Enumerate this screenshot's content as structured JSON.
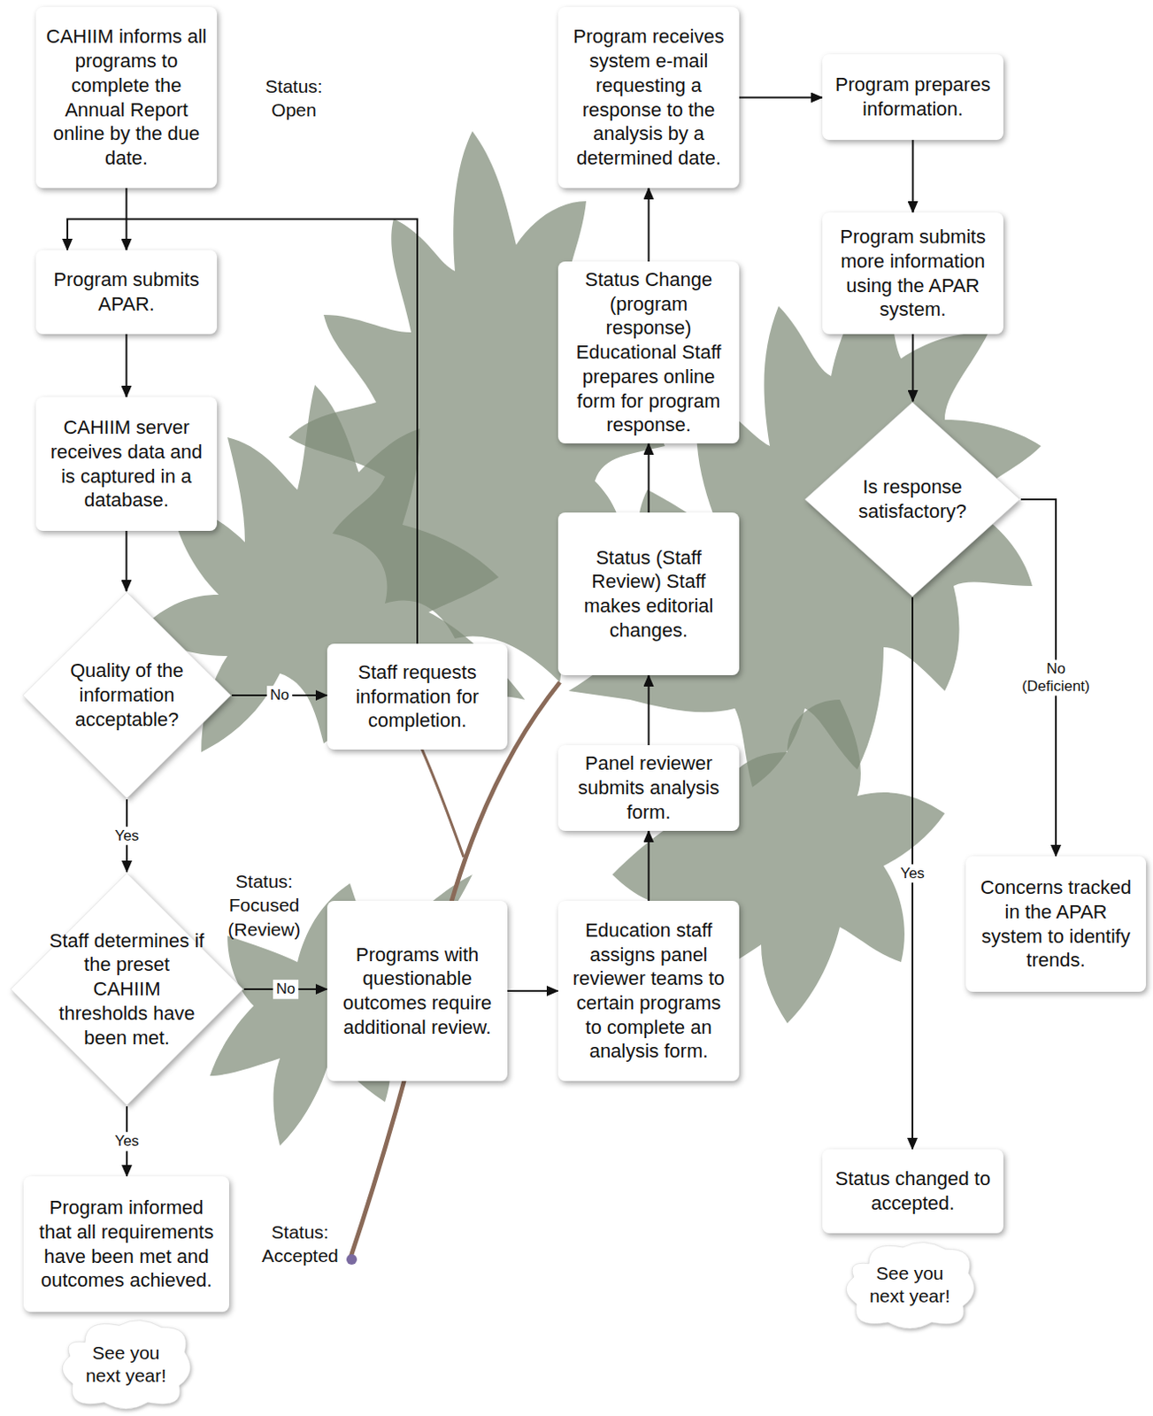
{
  "diagram": {
    "nodes": [
      {
        "text": [
          "CAHIIM informs all programs to complete the Annual Report online by the due date."
        ]
      },
      {
        "text": [
          "Program submits APAR."
        ]
      },
      {
        "text": [
          "CAHIIM server receives data and is captured in a database."
        ]
      },
      {
        "text": [
          "Quality of the information acceptable?"
        ]
      },
      {
        "text": [
          "Staff requests information for completion."
        ]
      },
      {
        "text": [
          "Staff determines if the preset CAHIIM thresholds have been met."
        ]
      },
      {
        "text": [
          "Programs with questionable outcomes require additional review."
        ]
      },
      {
        "text": [
          "Program informed that all requirements have been met and outcomes achieved."
        ]
      },
      {
        "text": [
          "See you next year!"
        ]
      },
      {
        "text": [
          "Education staff assigns panel reviewer teams to certain programs to complete an analysis form."
        ]
      },
      {
        "text": [
          "Panel reviewer submits analysis form."
        ]
      },
      {
        "text": [
          "Status (Staff Review) Staff makes editorial changes."
        ]
      },
      {
        "text": [
          "Status Change (program response) Educational Staff prepares online form for program response."
        ]
      },
      {
        "text": [
          "Program receives system e-mail requesting a response to the analysis by a determined date."
        ]
      },
      {
        "text": [
          "Program prepares information."
        ]
      },
      {
        "text": [
          "Program submits more information using the APAR system."
        ]
      },
      {
        "text": [
          "Is response satisfactory?"
        ]
      },
      {
        "text": [
          "Concerns tracked in the APAR system to identify trends."
        ]
      },
      {
        "text": [
          "Status changed to accepted."
        ]
      },
      {
        "text": [
          "See you next year!"
        ]
      }
    ],
    "edges": [
      {
        "from": 0,
        "to": 1,
        "arrow": "to"
      },
      {
        "from": 1,
        "to": 2,
        "arrow": "to"
      },
      {
        "from": 2,
        "to": 3,
        "arrow": "to"
      },
      {
        "from": 3,
        "to": 4,
        "label": "No",
        "arrow": "to"
      },
      {
        "from": 4,
        "to": 1,
        "arrow": "to"
      },
      {
        "from": 3,
        "to": 5,
        "label": "Yes",
        "arrow": "to"
      },
      {
        "from": 5,
        "to": 6,
        "label": "No",
        "arrow": "to"
      },
      {
        "from": 5,
        "to": 7,
        "label": "Yes",
        "arrow": "to"
      },
      {
        "from": 6,
        "to": 9,
        "arrow": "to"
      },
      {
        "from": 9,
        "to": 10,
        "arrow": "to"
      },
      {
        "from": 10,
        "to": 11,
        "arrow": "to"
      },
      {
        "from": 11,
        "to": 12,
        "arrow": "to"
      },
      {
        "from": 12,
        "to": 13,
        "arrow": "to"
      },
      {
        "from": 13,
        "to": 14,
        "arrow": "to"
      },
      {
        "from": 14,
        "to": 15,
        "arrow": "to"
      },
      {
        "from": 15,
        "to": 16,
        "arrow": "to"
      },
      {
        "from": 16,
        "to": 17,
        "label": "No (Deficient)",
        "arrow": "to"
      },
      {
        "from": 16,
        "to": 18,
        "label": "Yes",
        "arrow": "to"
      }
    ],
    "labels": [
      "Status: Open",
      "Status: Focused (Review)",
      "Status: Accepted"
    ]
  }
}
